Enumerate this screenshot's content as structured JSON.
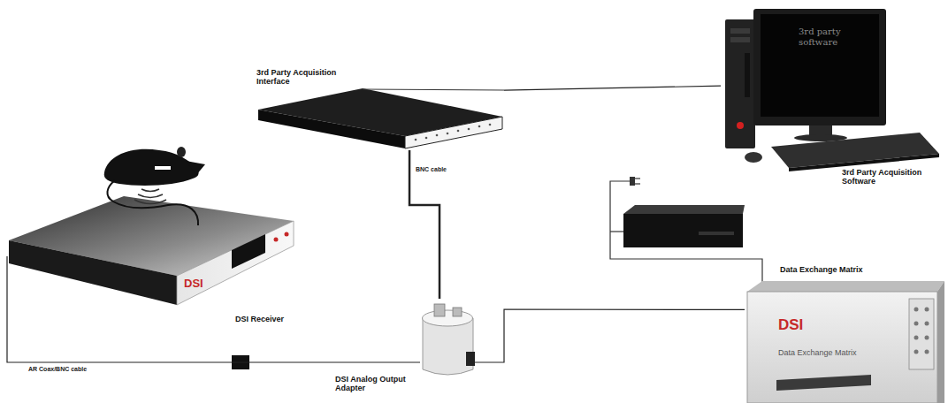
{
  "diagram": {
    "nodes": [
      {
        "text": [
          "3rd Party Acquisition Interface"
        ]
      },
      {
        "text": [
          "3rd party software",
          "3rd Party Acquisition Software"
        ]
      },
      {
        "text": [
          "DSI",
          "DSI Receiver"
        ]
      },
      {
        "text": [
          "DSI Analog Output Adapter"
        ]
      },
      {
        "text": [
          "Data Exchange Matrix",
          "DSI",
          "Data Exchange Matrix"
        ]
      }
    ],
    "edges": [
      {
        "from": 0,
        "to": 1,
        "arrow": "none"
      },
      {
        "from": 0,
        "to": 3,
        "label": "BNC cable",
        "arrow": "none"
      },
      {
        "from": 2,
        "to": 3,
        "label": "AR Coax/BNC cable",
        "arrow": "none"
      },
      {
        "from": 3,
        "to": 4,
        "arrow": "none"
      }
    ]
  }
}
